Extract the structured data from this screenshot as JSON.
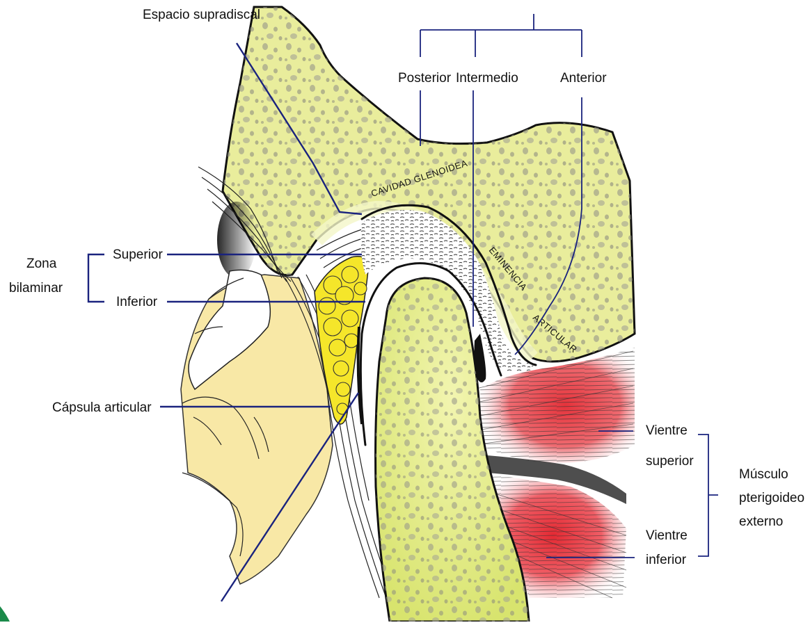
{
  "labels": {
    "espacio_supradiscal": "Espacio supradiscal",
    "posterior": "Posterior",
    "intermedio": "Intermedio",
    "anterior": "Anterior",
    "zona": "Zona",
    "bilaminar": "bilaminar",
    "superior": "Superior",
    "inferior": "Inferior",
    "capsula_articular": "Cápsula articular",
    "cavidad_glenoidea": "CAVIDAD GLENOIDEA",
    "eminencia": "EMINENCIA",
    "articular": "ARTICULAR",
    "vientre_superior_1": "Vientre",
    "vientre_superior_2": "superior",
    "vientre_inferior_1": "Vientre",
    "vientre_inferior_2": "inferior",
    "musculo_1": "Músculo",
    "musculo_2": "pterigoideo",
    "musculo_3": "externo"
  },
  "colors": {
    "bone": "#e9ed9c",
    "bone_light": "#f0f3b8",
    "condyle": "#dce87a",
    "fat": "#f5e62a",
    "cartilage": "#fbe9a3",
    "muscle": "#e03840",
    "leader": "#1a237e",
    "corner_accent": "#1b8a4a"
  }
}
